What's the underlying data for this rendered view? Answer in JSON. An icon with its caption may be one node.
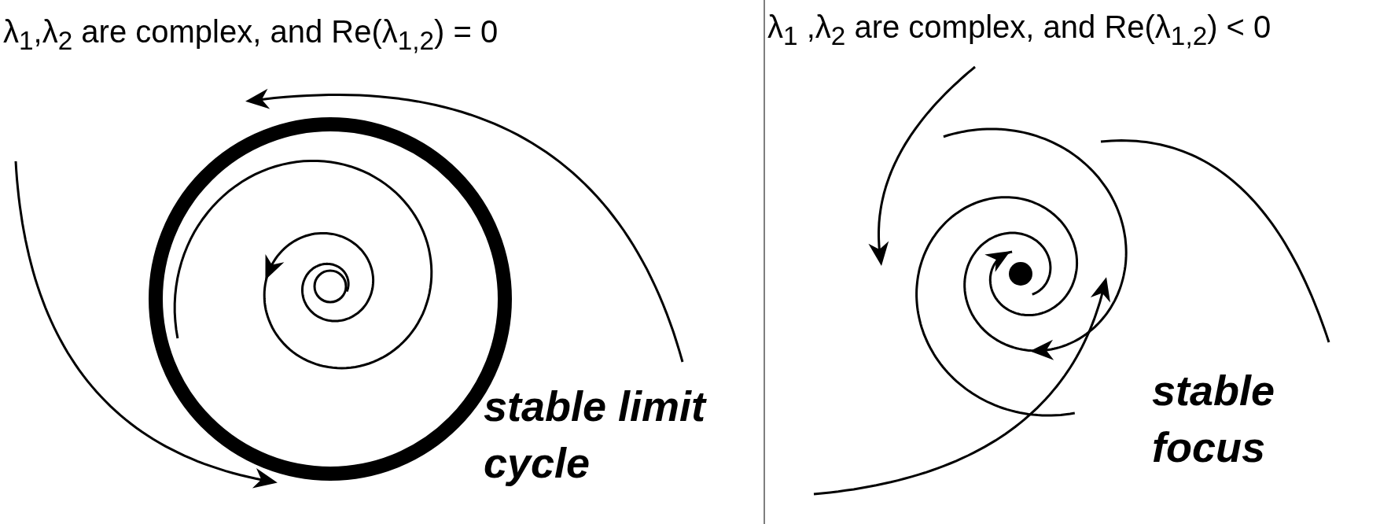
{
  "diagram": {
    "labels": [
      "λ$_{1}$,λ$_{2}$ are complex, and Re(λ$_{1,2}$) = 0",
      "stable limit cycle",
      "λ$_{1}$ ,λ$_{2}$ are complex, and Re(λ$_{1,2}$) < 0",
      "stable focus"
    ]
  }
}
